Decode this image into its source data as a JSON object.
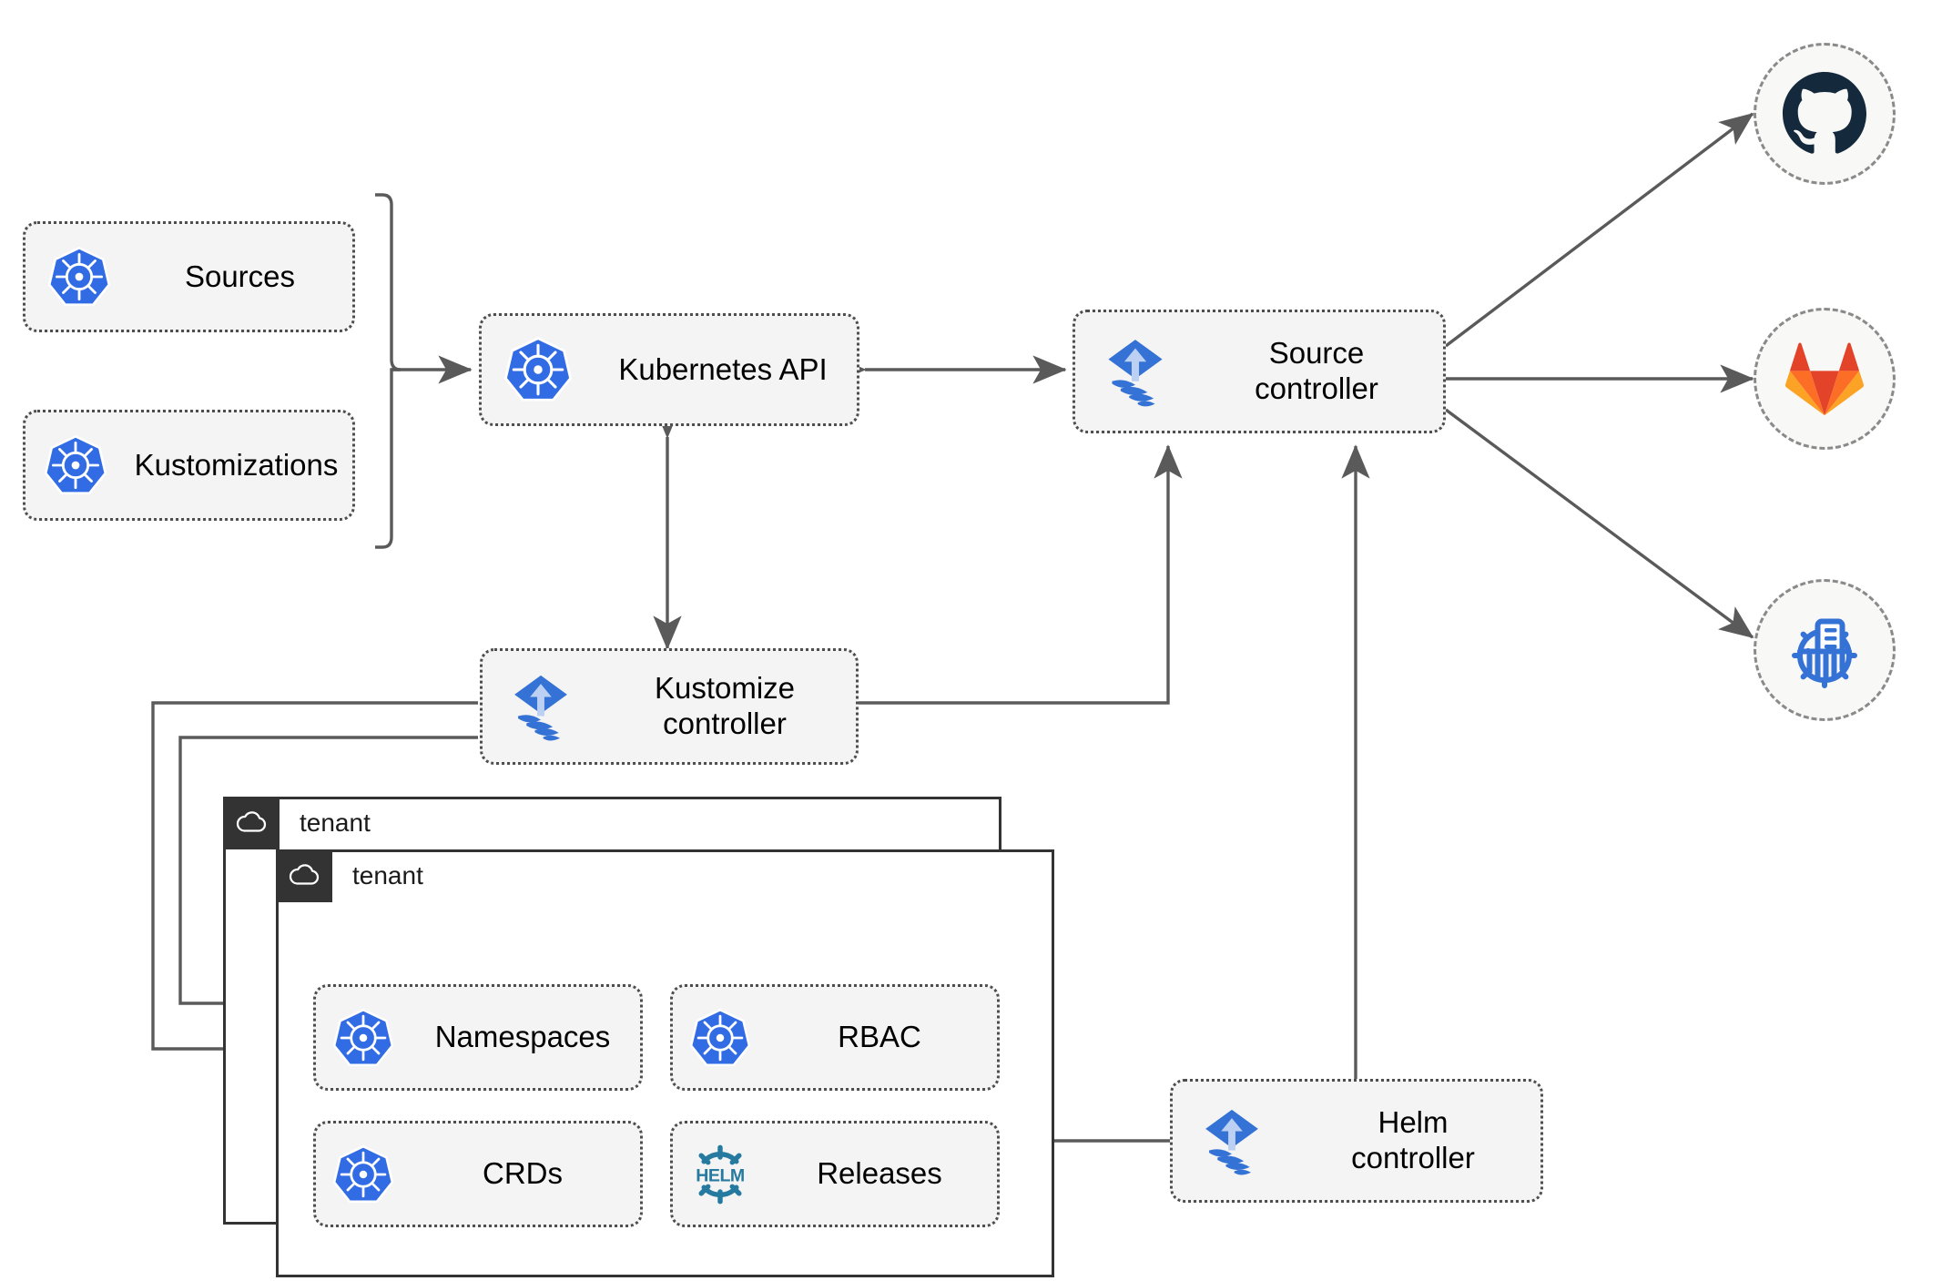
{
  "diagram": {
    "title": "Flux GitOps multi-tenancy architecture",
    "colors": {
      "kubernetes_blue": "#326CE5",
      "flux_blue": "#3572D5",
      "helm_teal": "#277A9F",
      "github_dark": "#15293C",
      "gitlab_orange": "#E24329",
      "gitlab_amber": "#FC6D26",
      "node_fill": "#F4F4F4",
      "node_border": "#4D4D4D",
      "tenant_border": "#333333",
      "tenant_tab": "#333333",
      "wire": "#5A5A5A",
      "circle_border": "#8A8A8A",
      "circle_fill": "#F8F8F7"
    }
  },
  "nodes": {
    "sources": {
      "label": "Sources",
      "icon": "kubernetes-icon"
    },
    "kustomizations": {
      "label": "Kustomizations",
      "icon": "kubernetes-icon"
    },
    "kubernetes_api": {
      "label": "Kubernetes API",
      "icon": "kubernetes-icon"
    },
    "source_controller": {
      "label": "Source\ncontroller",
      "icon": "flux-icon"
    },
    "kustomize_controller": {
      "label": "Kustomize\ncontroller",
      "icon": "flux-icon"
    },
    "helm_controller": {
      "label": "Helm\ncontroller",
      "icon": "flux-icon"
    },
    "namespaces": {
      "label": "Namespaces",
      "icon": "kubernetes-icon"
    },
    "rbac": {
      "label": "RBAC",
      "icon": "kubernetes-icon"
    },
    "crds": {
      "label": "CRDs",
      "icon": "kubernetes-icon"
    },
    "releases": {
      "label": "Releases",
      "icon": "helm-icon"
    }
  },
  "tenants": [
    {
      "name": "tenant",
      "icon": "cloud-icon"
    },
    {
      "name": "tenant",
      "icon": "cloud-icon"
    }
  ],
  "targets": [
    {
      "name": "github",
      "icon": "github-icon"
    },
    {
      "name": "gitlab",
      "icon": "gitlab-icon"
    },
    {
      "name": "helm-repo",
      "icon": "helm-repository-icon"
    }
  ],
  "connections": [
    {
      "from": "sources",
      "to": "kubernetes-api",
      "style": "bracket-arrow"
    },
    {
      "from": "kustomizations",
      "to": "kubernetes-api",
      "style": "bracket-arrow"
    },
    {
      "from": "kubernetes-api",
      "to": "source-controller",
      "style": "bidirectional"
    },
    {
      "from": "kustomize-controller",
      "to": "kubernetes-api",
      "style": "bidirectional-vertical"
    },
    {
      "from": "kustomize-controller",
      "to": "source-controller",
      "style": "elbow-arrow"
    },
    {
      "from": "helm-controller",
      "to": "source-controller",
      "style": "vertical-arrow"
    },
    {
      "from": "helm-controller",
      "to": "releases",
      "style": "horizontal-arrow"
    },
    {
      "from": "kustomize-controller",
      "to": "tenant-outer",
      "style": "elbow-arrow-left"
    },
    {
      "from": "kustomize-controller",
      "to": "tenant-inner",
      "style": "elbow-arrow-left"
    },
    {
      "from": "source-controller",
      "to": "github",
      "style": "diagonal-arrow"
    },
    {
      "from": "source-controller",
      "to": "gitlab",
      "style": "horizontal-arrow"
    },
    {
      "from": "source-controller",
      "to": "helm-repo",
      "style": "diagonal-arrow"
    }
  ]
}
